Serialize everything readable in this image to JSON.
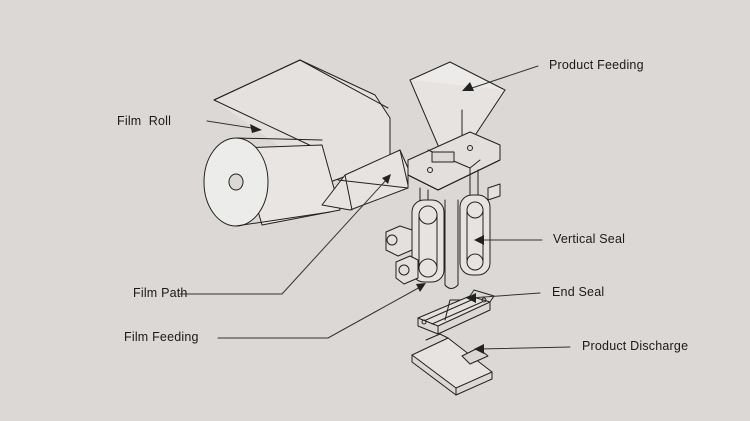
{
  "diagram": {
    "background_color": "#dcd8d6",
    "line_color": "#222222",
    "labels": {
      "film_roll": "Film  Roll",
      "product_feeding": "Product Feeding",
      "vertical_seal": "Vertical Seal",
      "film_path": "Film Path",
      "end_seal": "End Seal",
      "film_feeding": "Film Feeding",
      "product_discharge": "Product Discharge"
    }
  }
}
